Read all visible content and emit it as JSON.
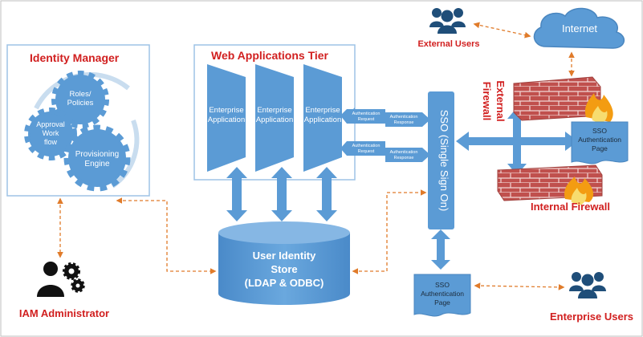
{
  "identity_manager": {
    "title": "Identity Manager",
    "gear_roles_line1": "Roles/",
    "gear_roles_line2": "Policies",
    "gear_approval_line1": "Approval",
    "gear_approval_line2": "Work",
    "gear_approval_line3": "flow",
    "gear_provisioning_line1": "Provisioning",
    "gear_provisioning_line2": "Engine"
  },
  "web_tier": {
    "title": "Web Applications Tier",
    "apps": [
      {
        "line1": "Enterprise",
        "line2": "Application"
      },
      {
        "line1": "Enterprise",
        "line2": "Application"
      },
      {
        "line1": "Enterprise",
        "line2": "Application"
      }
    ],
    "auth_request": {
      "line1": "Authentication",
      "line2": "Request"
    },
    "auth_response": {
      "line1": "Authentication",
      "line2": "Response"
    }
  },
  "sso": {
    "label": "SSO (Single Sign On)"
  },
  "store": {
    "line1": "User Identity",
    "line2": "Store",
    "line3": "(LDAP & ODBC)"
  },
  "external_users": "External Users",
  "internet": "Internet",
  "external_firewall_line1": "External",
  "external_firewall_line2": "Firewall",
  "internal_firewall": "Internal Firewall",
  "sso_auth_page_top": {
    "line1": "SSO",
    "line2": "Authentication",
    "line3": "Page"
  },
  "sso_auth_page_bottom": {
    "line1": "SSO",
    "line2": "Authentication",
    "line3": "Page"
  },
  "iam_admin": "IAM Administrator",
  "enterprise_users": "Enterprise Users",
  "colors": {
    "blue": "#5b9bd5",
    "title_red": "#d11f1f",
    "dashed_orange": "#e07b2a",
    "brick": "#c0504d",
    "people": "#1f4e79"
  }
}
